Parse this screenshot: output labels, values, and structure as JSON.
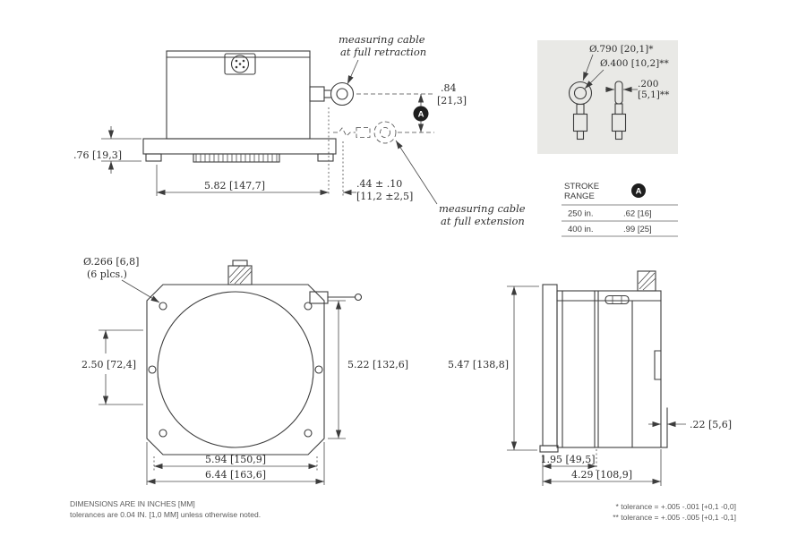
{
  "side_view": {
    "label_retraction_1": "measuring cable",
    "label_retraction_2": "at full retraction",
    "label_extension_1": "measuring cable",
    "label_extension_2": "at full extension",
    "dim_flange_height": ".76 [19,3]",
    "dim_body_width": "5.82 [147,7]",
    "dim_cable_offset_1": ".84",
    "dim_cable_offset_2": "[21,3]",
    "dim_extension_1": ".44 ± .10",
    "dim_extension_2": "[11,2 ±2,5]",
    "marker_a": "A"
  },
  "detail_view": {
    "dim_eye_outer": "Ø.790 [20,1]*",
    "dim_eye_inner": "Ø.400 [10,2]**",
    "dim_eye_width_1": ".200",
    "dim_eye_width_2": "[5,1]**"
  },
  "stroke_table": {
    "header_1": "STROKE",
    "header_2": "RANGE",
    "marker_a": "A",
    "rows": [
      {
        "range": "250 in.",
        "a_value": ".62 [16]"
      },
      {
        "range": "400 in.",
        "a_value": ".99 [25]"
      }
    ]
  },
  "front_view": {
    "dim_holes_1": "Ø.266 [6,8]",
    "dim_holes_2": "(6 plcs.)",
    "dim_hole_spacing_v": "2.50 [72,4]",
    "dim_body_height": "5.22 [132,6]",
    "dim_hole_spacing_h": "5.94 [150,9]",
    "dim_overall_width": "6.44 [163,6]"
  },
  "right_view": {
    "dim_overall_height": "5.47 [138,8]",
    "dim_lip": ".22 [5,6]",
    "dim_plate_depth": "1.95 [49,5]",
    "dim_overall_depth": "4.29 [108,9]"
  },
  "notes": {
    "units": "DIMENSIONS ARE IN INCHES [MM]",
    "general_tolerance": "tolerances are 0.04 IN. [1,0 MM] unless otherwise noted.",
    "star_tolerance": "* tolerance = +.005 -.001 [+0,1 -0,0]",
    "double_star_tolerance": "** tolerance = +.005 -.005 [+0,1 -0,1]"
  }
}
